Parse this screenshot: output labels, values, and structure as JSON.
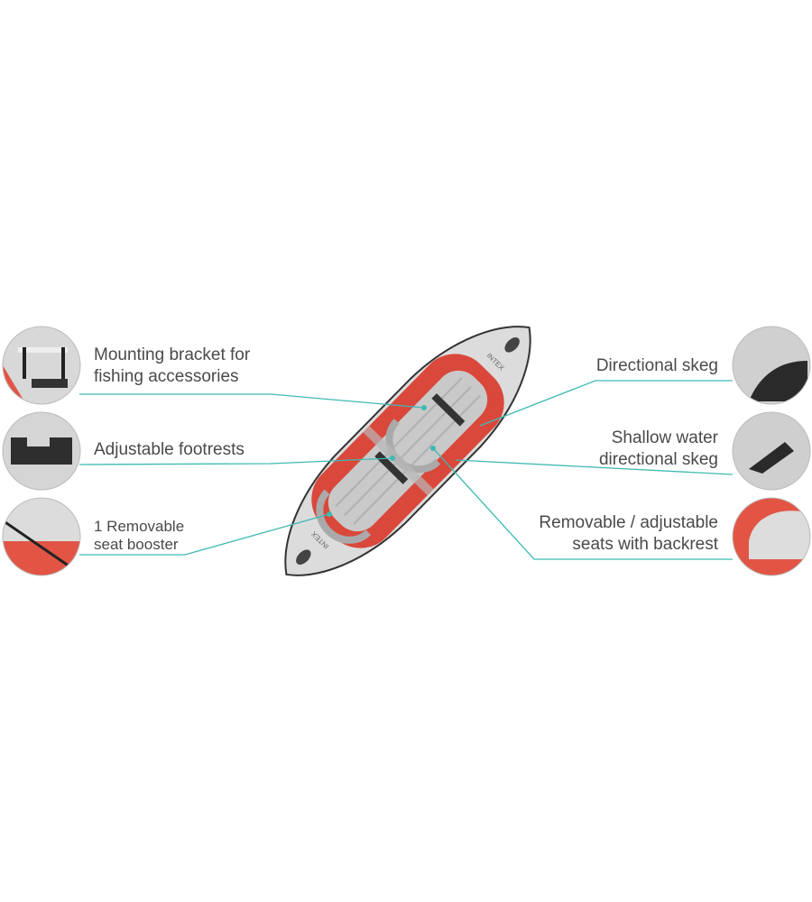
{
  "colors": {
    "line": "#3fb9b3",
    "hull": "#d9483b",
    "deck": "#d6d6d6",
    "text": "#4a4a4a"
  },
  "kayak": {
    "brand": "INTEX"
  },
  "features_left": [
    {
      "line1": "Mounting bracket for",
      "line2": "fishing accessories"
    },
    {
      "line1": "Adjustable footrests"
    },
    {
      "line1": "1 Removable",
      "line2": "seat booster"
    }
  ],
  "features_right": [
    {
      "line1": "Directional skeg"
    },
    {
      "line1": "Shallow water",
      "line2": "directional skeg"
    },
    {
      "line1": "Removable / adjustable",
      "line2": "seats with backrest"
    }
  ]
}
